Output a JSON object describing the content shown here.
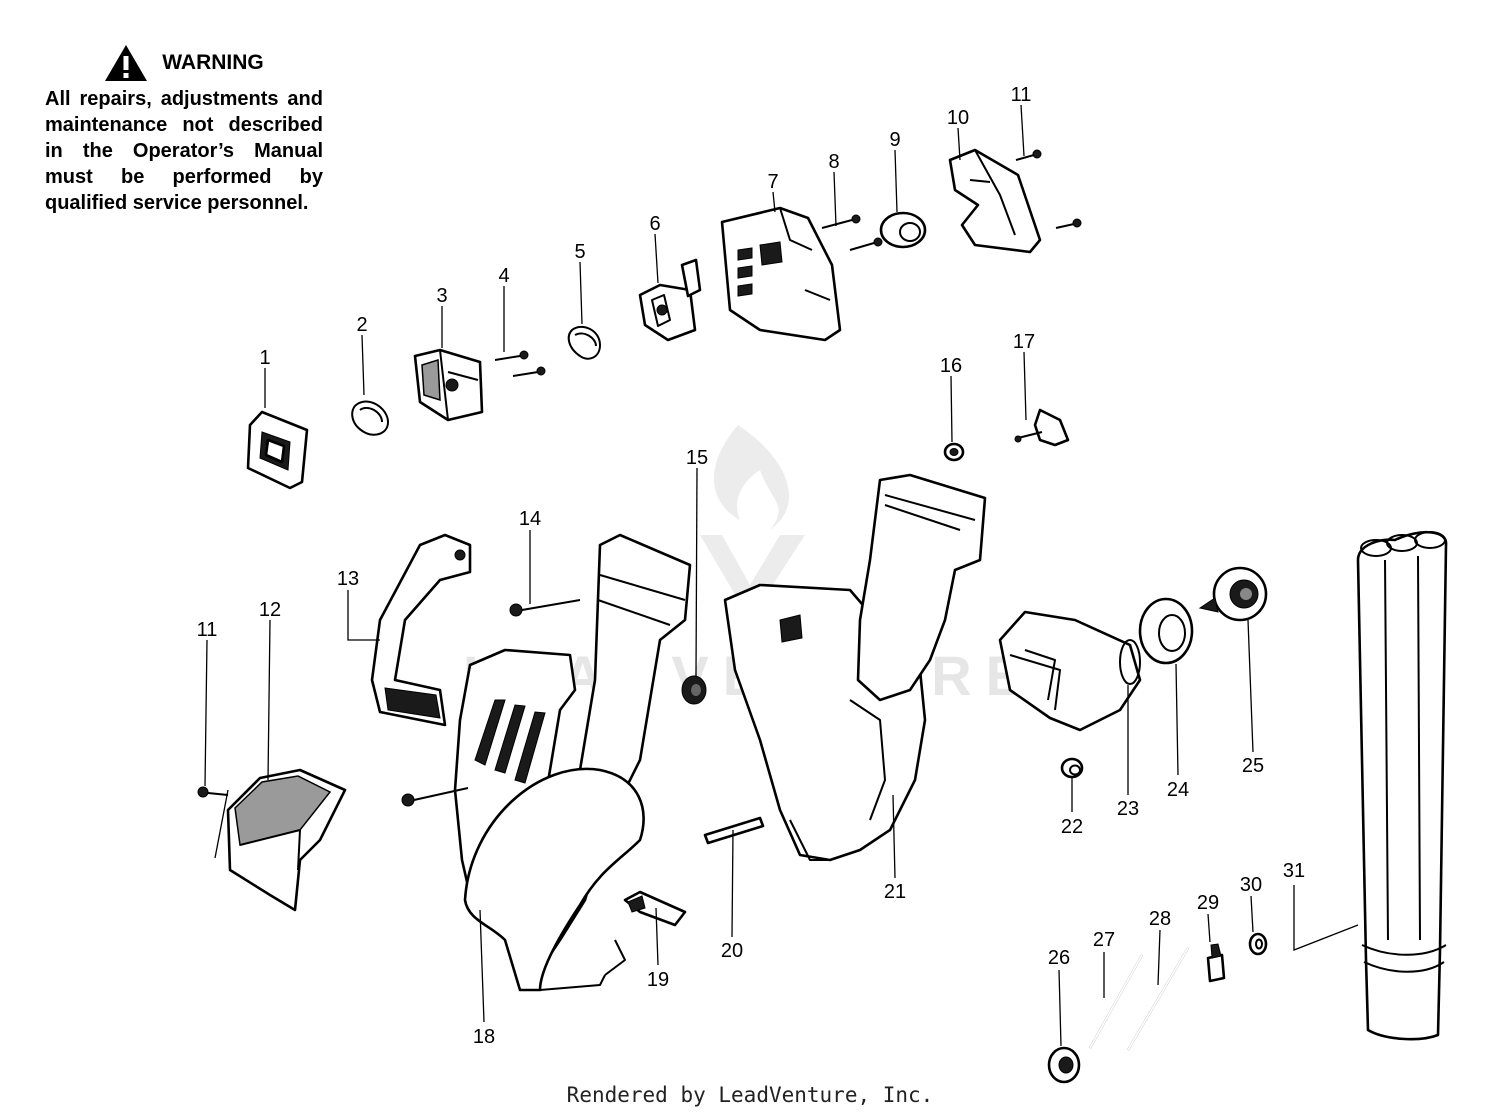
{
  "warning": {
    "title": "WARNING",
    "text": "All repairs, adjustments and maintenance not described in the Operator’s Manual must be performed by qualified service personnel."
  },
  "watermark": "LEADVENTURE",
  "footer": "Rendered by LeadVenture, Inc.",
  "callouts": [
    "1",
    "2",
    "3",
    "4",
    "5",
    "6",
    "7",
    "8",
    "9",
    "10",
    "11",
    "11",
    "12",
    "13",
    "14",
    "15",
    "16",
    "17",
    "18",
    "19",
    "20",
    "21",
    "22",
    "23",
    "24",
    "25",
    "26",
    "27",
    "28",
    "29",
    "30",
    "31"
  ],
  "colors": {
    "ink": "#000000",
    "watermark": "#e6e6e6"
  }
}
